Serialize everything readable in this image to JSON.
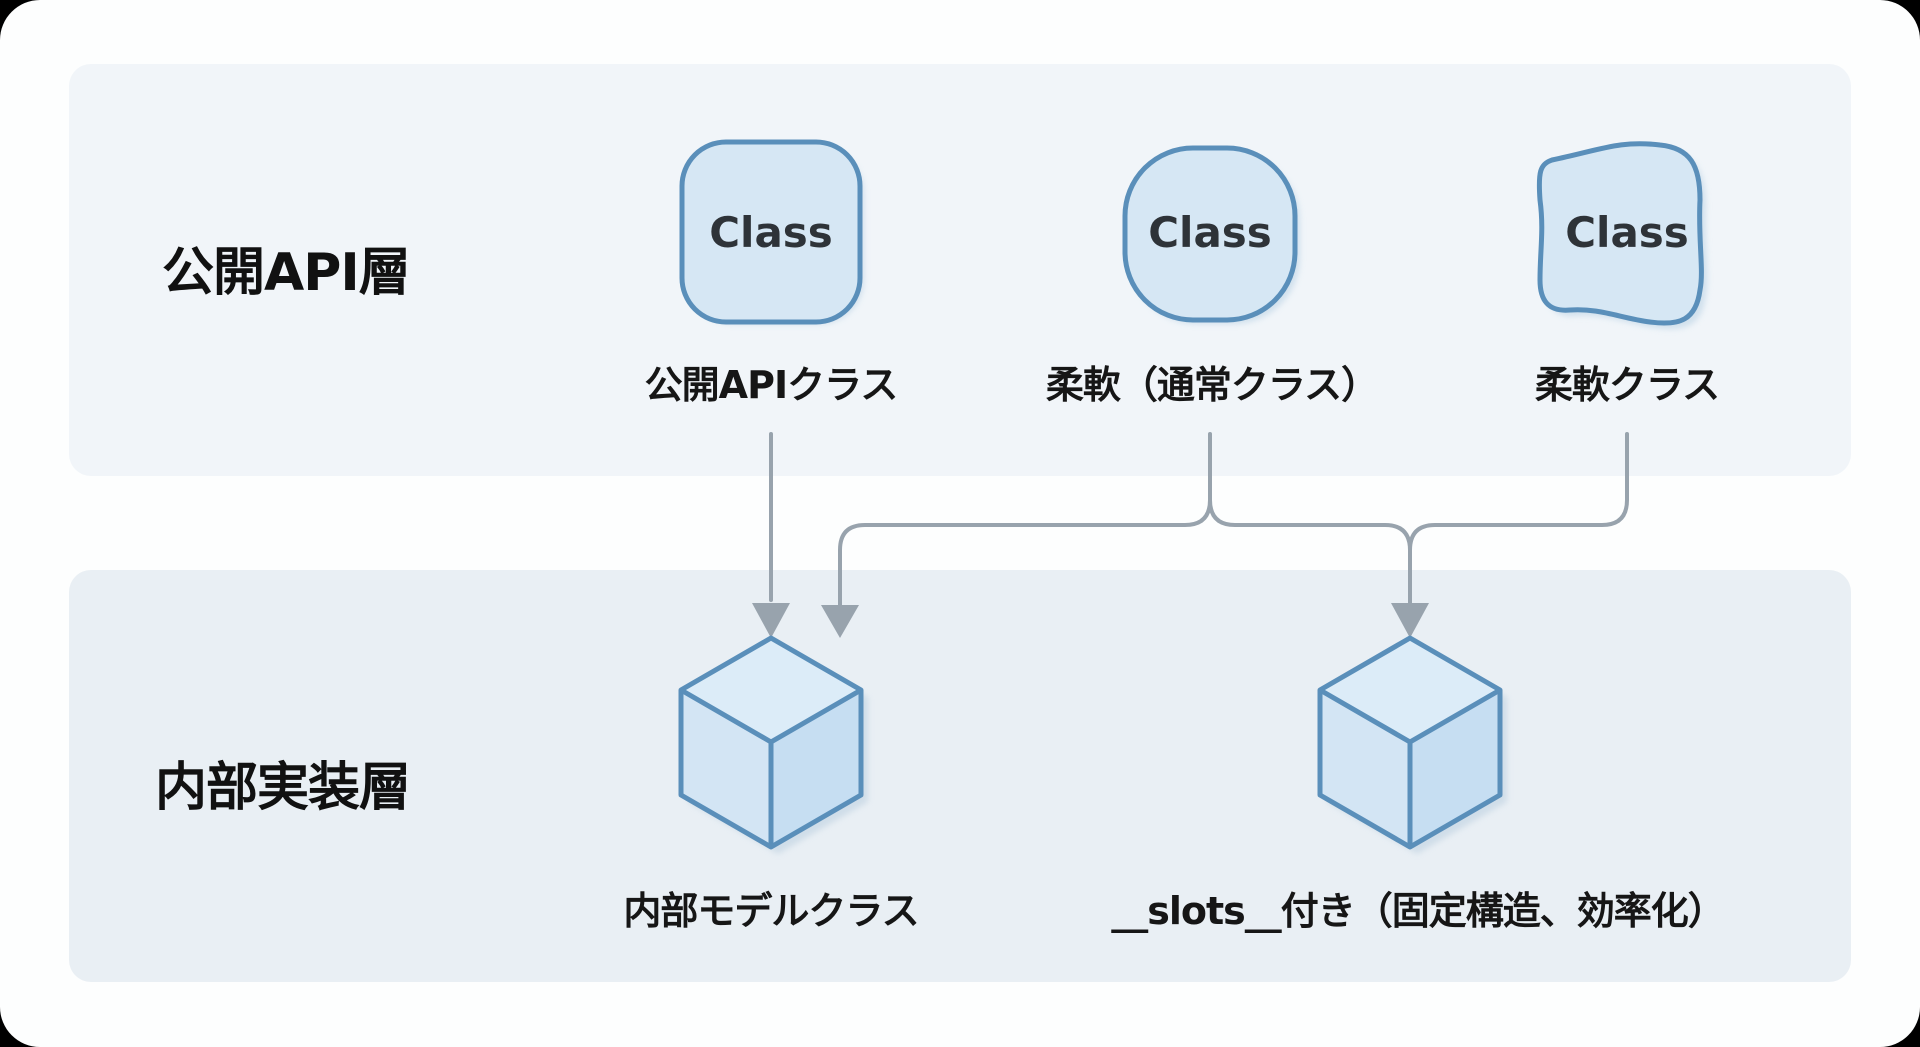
{
  "layers": {
    "public": {
      "label": "公開API層"
    },
    "internal": {
      "label": "内部実装層"
    }
  },
  "public_nodes": [
    {
      "id": "public-api-class",
      "box_text": "Class",
      "label": "公開APIクラス",
      "shape": "rounded-square"
    },
    {
      "id": "flexible-normal-class",
      "box_text": "Class",
      "label": "柔軟（通常クラス）",
      "shape": "rounded-circle"
    },
    {
      "id": "flexible-class",
      "box_text": "Class",
      "label": "柔軟クラス",
      "shape": "wavy-square"
    }
  ],
  "internal_nodes": [
    {
      "id": "internal-model-class",
      "icon": "cube-icon",
      "label": "内部モデルクラス"
    },
    {
      "id": "slots-class",
      "icon": "cube-icon",
      "label": "__slots__付き（固定構造、効率化）"
    }
  ],
  "edges": [
    {
      "from": "public-api-class",
      "to": "internal-model-class"
    },
    {
      "from": "flexible-normal-class",
      "to": "internal-model-class"
    },
    {
      "from": "flexible-normal-class",
      "to": "slots-class"
    },
    {
      "from": "flexible-class",
      "to": "slots-class"
    }
  ],
  "colors": {
    "node_stroke": "#5a8fba",
    "node_fill": "#d3e5f3",
    "arrow": "#98a3ad",
    "text": "#111111"
  }
}
